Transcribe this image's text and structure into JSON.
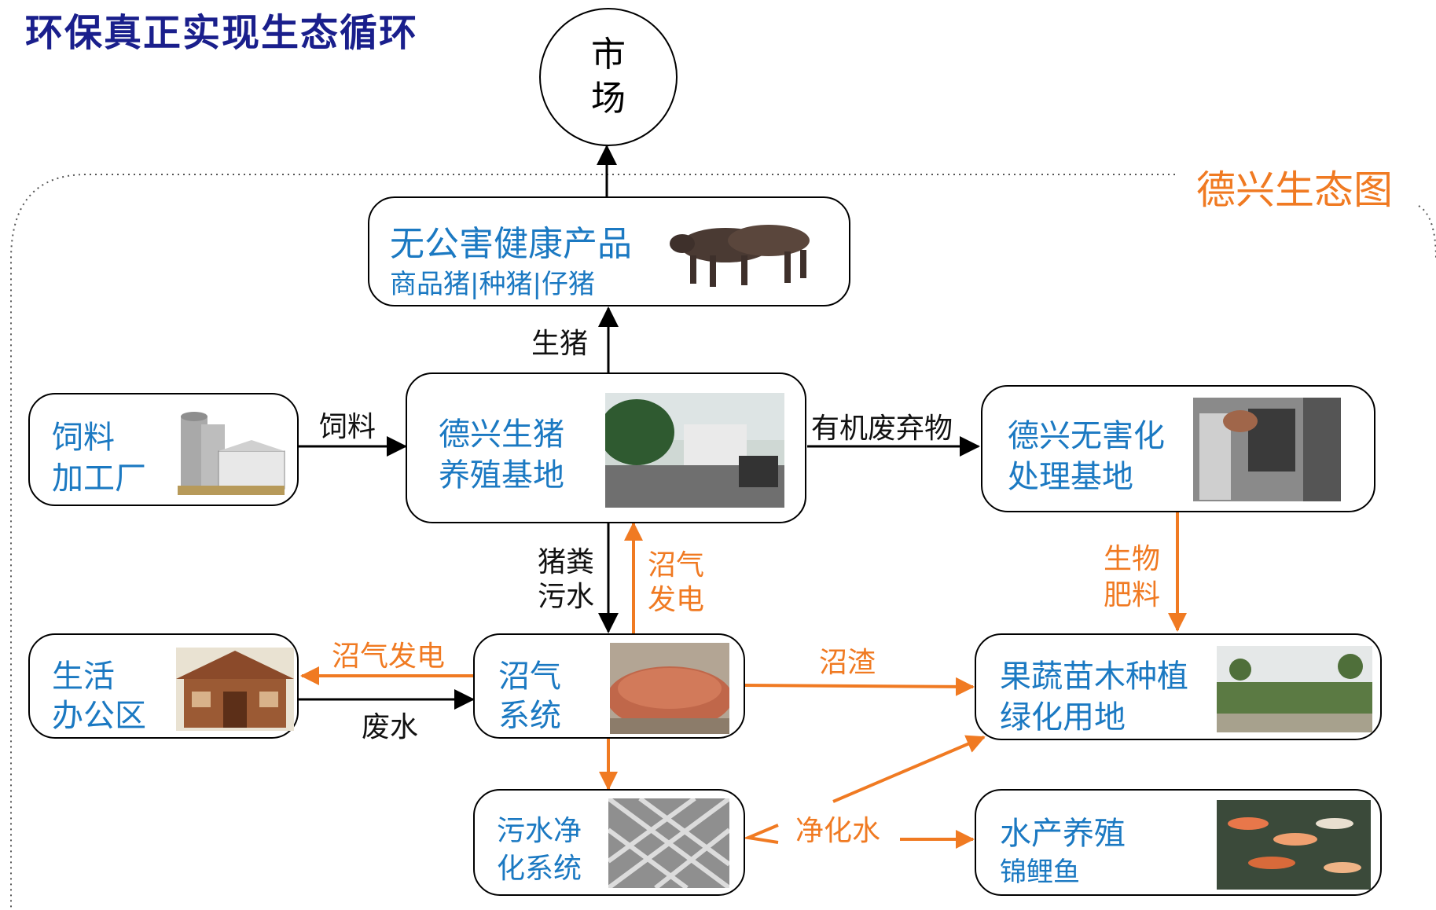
{
  "page_title": "环保真正实现生态循环",
  "diagram_title": "德兴生态图",
  "market": "市场",
  "nodes": {
    "product": {
      "title": "无公害健康产品",
      "subtitle": "商品猪|种猪|仔猪"
    },
    "feed_factory": {
      "line1": "饲料",
      "line2": "加工厂"
    },
    "pig_base": {
      "line1": "德兴生猪",
      "line2": "养殖基地"
    },
    "harmless": {
      "line1": "德兴无害化",
      "line2": "处理基地"
    },
    "office": {
      "line1": "生活",
      "line2": "办公区"
    },
    "biogas": {
      "line1": "沼气",
      "line2": "系统"
    },
    "orchard": {
      "line1": "果蔬苗木种植",
      "line2": "绿化用地"
    },
    "purify": {
      "line1": "污水净",
      "line2": "化系统"
    },
    "aquaculture": {
      "line1": "水产养殖",
      "line2": "锦鲤鱼"
    }
  },
  "edges": {
    "live_pig": "生猪",
    "feed": "饲料",
    "organic_waste": "有机废弃物",
    "manure_1": "猪粪",
    "manure_2": "污水",
    "biogas_power_up_1": "沼气",
    "biogas_power_up_2": "发电",
    "bio_fertilizer_1": "生物",
    "bio_fertilizer_2": "肥料",
    "biogas_power_left": "沼气发电",
    "wastewater": "废水",
    "biogas_residue": "沼渣",
    "purified_water": "净化水"
  },
  "colors": {
    "title": "#1a1f8c",
    "node_text": "#1b79c2",
    "orange_flow": "#f07a22",
    "black_flow": "#000000"
  }
}
